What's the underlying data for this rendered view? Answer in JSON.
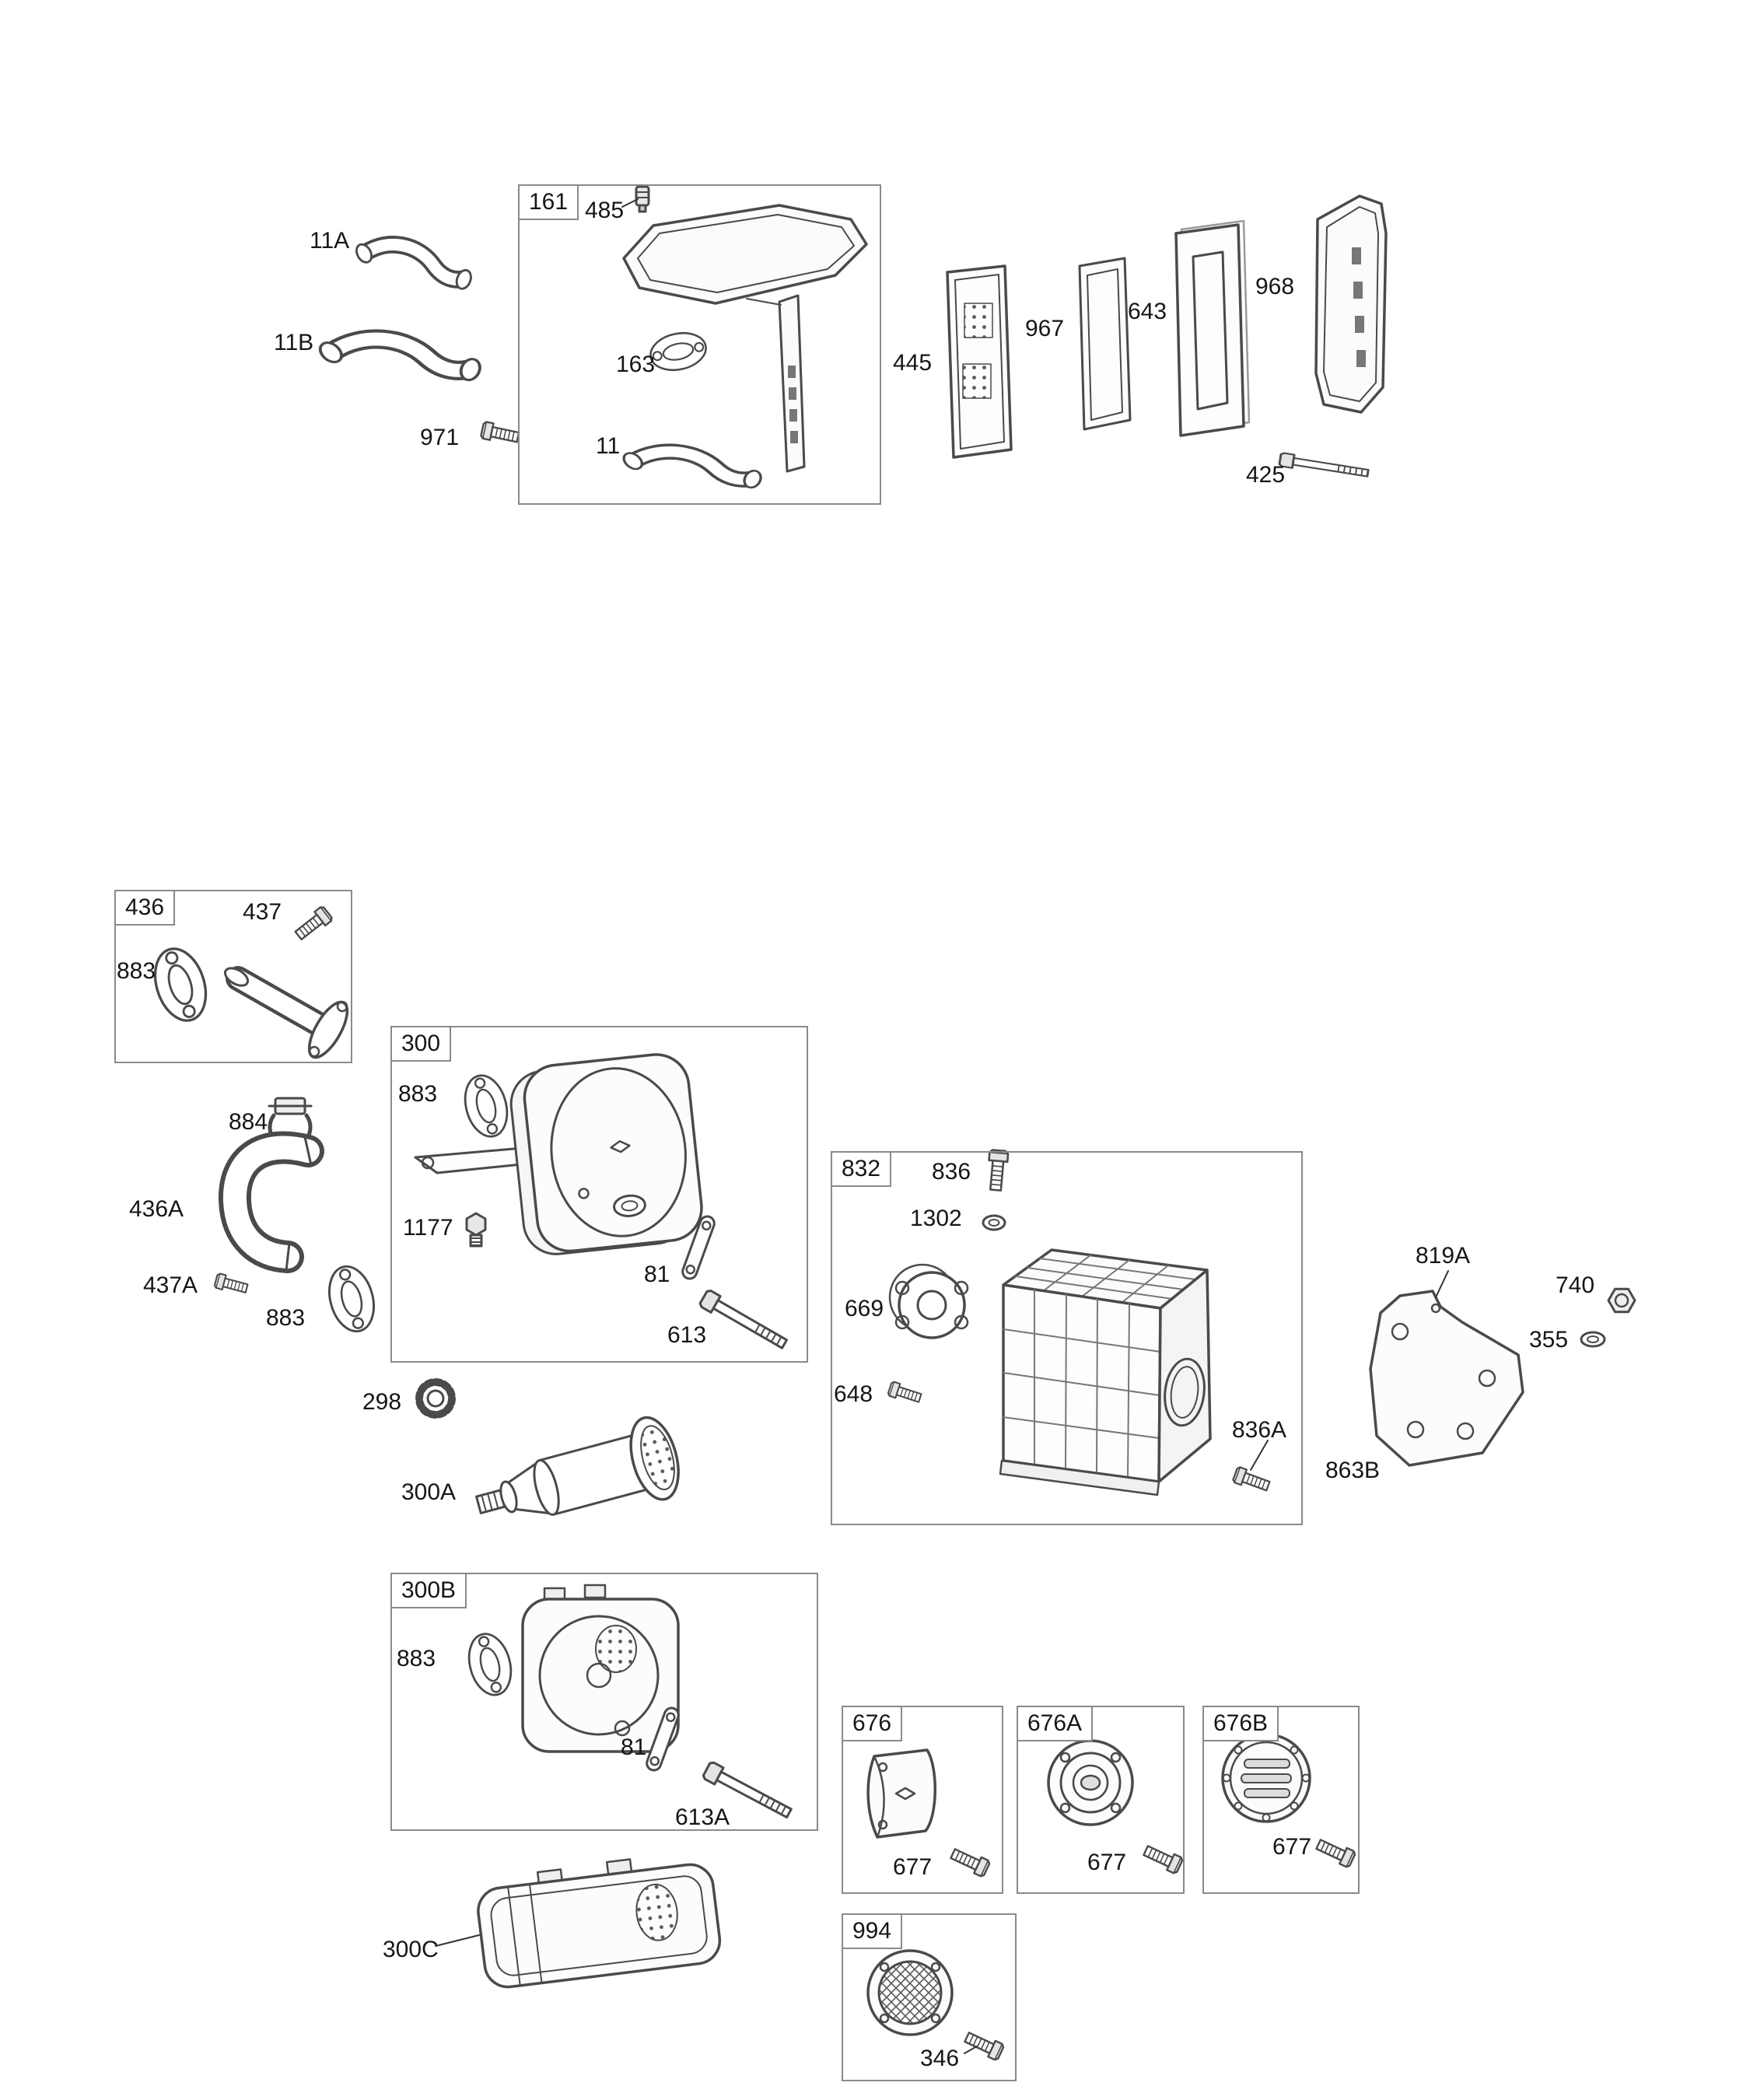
{
  "diagram": {
    "boxes": {
      "b161": "161",
      "b436": "436",
      "b300": "300",
      "b832": "832",
      "b300B": "300B",
      "b676": "676",
      "b676A": "676A",
      "b676B": "676B",
      "b994": "994"
    },
    "labels": {
      "l11A": "11A",
      "l11B": "11B",
      "l971": "971",
      "l485": "485",
      "l163": "163",
      "l11": "11",
      "l445": "445",
      "l967": "967",
      "l643": "643",
      "l968": "968",
      "l425": "425",
      "l437": "437",
      "l883a": "883",
      "l884": "884",
      "l436A": "436A",
      "l437A": "437A",
      "l883b": "883",
      "l883c": "883",
      "l1177": "1177",
      "l81a": "81",
      "l613": "613",
      "l836": "836",
      "l1302": "1302",
      "l669": "669",
      "l648": "648",
      "l836A": "836A",
      "l819A": "819A",
      "l740": "740",
      "l355": "355",
      "l863B": "863B",
      "l298": "298",
      "l300A": "300A",
      "l883d": "883",
      "l81b": "81",
      "l613A": "613A",
      "l300C": "300C",
      "l677a": "677",
      "l677b": "677",
      "l677c": "677",
      "l346": "346"
    }
  }
}
